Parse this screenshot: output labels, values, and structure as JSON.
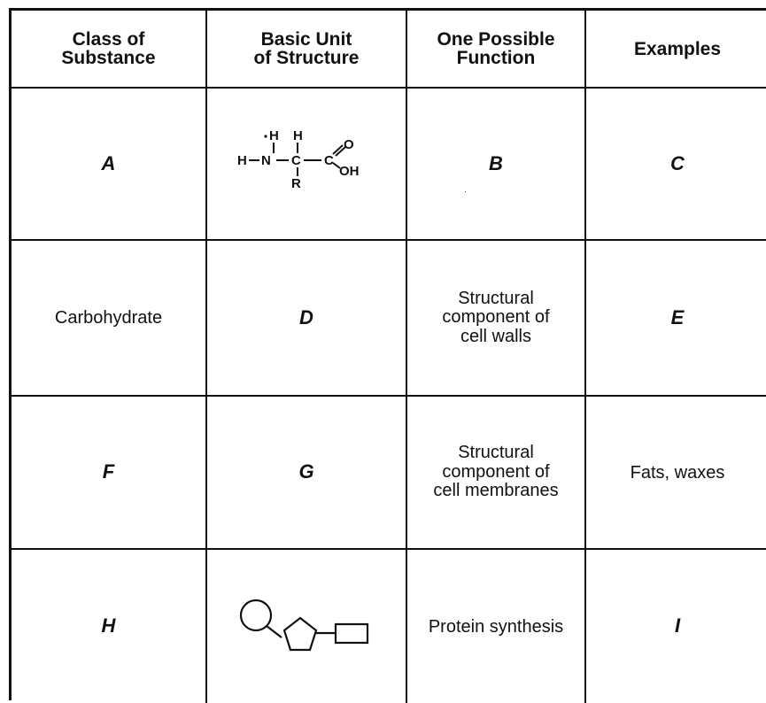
{
  "headers": [
    "Class of\nSubstance",
    "Basic Unit\nof Structure",
    "One Possible\nFunction",
    "Examples"
  ],
  "rows": [
    {
      "class": "A",
      "unit": "",
      "function": "B",
      "examples": "C"
    },
    {
      "class": "Carbohydrate",
      "unit": "D",
      "function": "Structural\ncomponent of\ncell walls",
      "examples": "E"
    },
    {
      "class": "F",
      "unit": "G",
      "function": "Structural\ncomponent of\ncell membranes",
      "examples": "Fats, waxes"
    },
    {
      "class": "H",
      "unit": "",
      "function": "Protein synthesis",
      "examples": "I"
    }
  ],
  "amino_acid_labels": {
    "h_top_left": "H",
    "h_top_right": "H",
    "h_left": "H",
    "n": "N",
    "c_alpha": "C",
    "c_carboxyl": "C",
    "o": "O",
    "oh": "OH",
    "r": "R"
  }
}
